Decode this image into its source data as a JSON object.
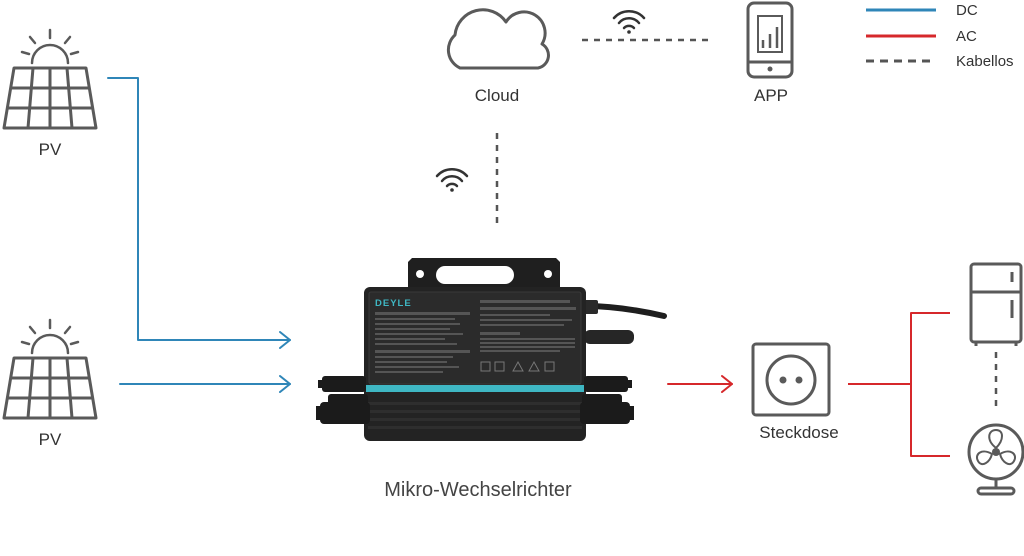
{
  "legend": {
    "dc": "DC",
    "ac": "AC",
    "cableless": "Kabellos"
  },
  "nodes": {
    "pv_top": "PV",
    "pv_bottom": "PV",
    "cloud": "Cloud",
    "app": "APP",
    "inverter": "Mikro-Wechselrichter",
    "socket": "Steckdose"
  },
  "inverter_brand": "DEYLE",
  "colors": {
    "dc": "#2f86b8",
    "ac": "#d6282b",
    "icon": "#5a5a5a",
    "dash": "#555555",
    "device": "#222222",
    "accent": "#3fb7c3"
  }
}
